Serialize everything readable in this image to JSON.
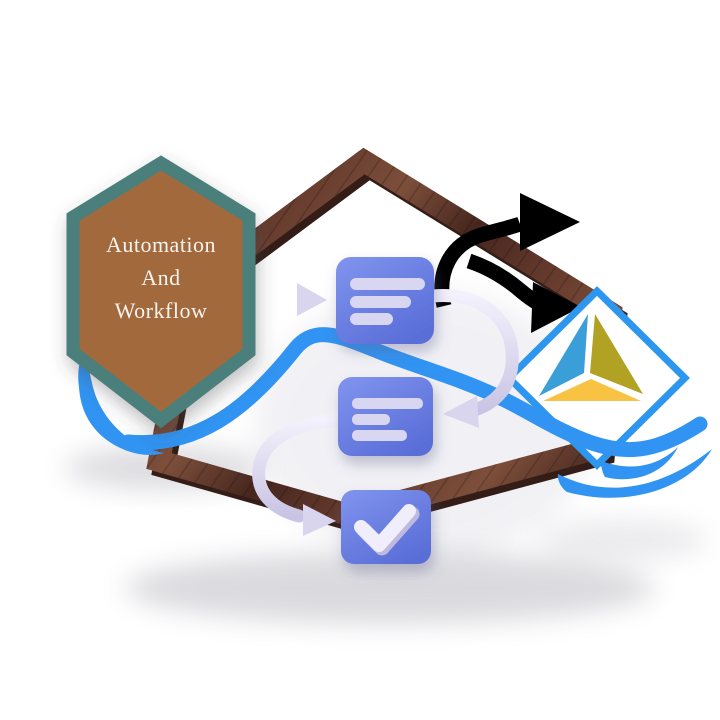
{
  "badge": {
    "line1": "Automation",
    "line2": "And",
    "line3": "Workflow"
  },
  "colors": {
    "background": "#ffffff",
    "badge_fill": "#a2693e",
    "badge_border": "#4c7f7c",
    "badge_text": "#f7f3ee",
    "wood_light": "#7d4f3b",
    "wood_mid": "#63392c",
    "wood_dark": "#46261e",
    "wood_depth": "#351d17",
    "card_top": "#8094ee",
    "card_bottom": "#5a6ed8",
    "card_bar": "#d9d6f2",
    "arrow_top": "#f3f1fc",
    "arrow_bottom": "#c9c4e4",
    "arrow_head": "#d9d5ee",
    "check_main": "#f0eefb",
    "check_shadow": "#bfb9dd",
    "swoosh_blue": "#3194f2",
    "branch_black": "#000000",
    "diamond_border": "#2d96ee",
    "diamond_fill": "#ffffff",
    "pyramid_left": "#3a9fd8",
    "pyramid_right": "#b1a224",
    "pyramid_bottom": "#f8c342",
    "shadow_gray": "#8f8f9c",
    "haze_gray": "#c9c9d8"
  },
  "icons": {
    "branch_arrows": "split-branch-arrows-icon",
    "diamond_logo": "diamond-pyramid-logo",
    "task_card": "text-lines-card-icon",
    "check_card": "checkmark-icon",
    "swoosh": "blue-ribbon-swoosh",
    "flow_arrow": "curved-flow-arrow"
  }
}
